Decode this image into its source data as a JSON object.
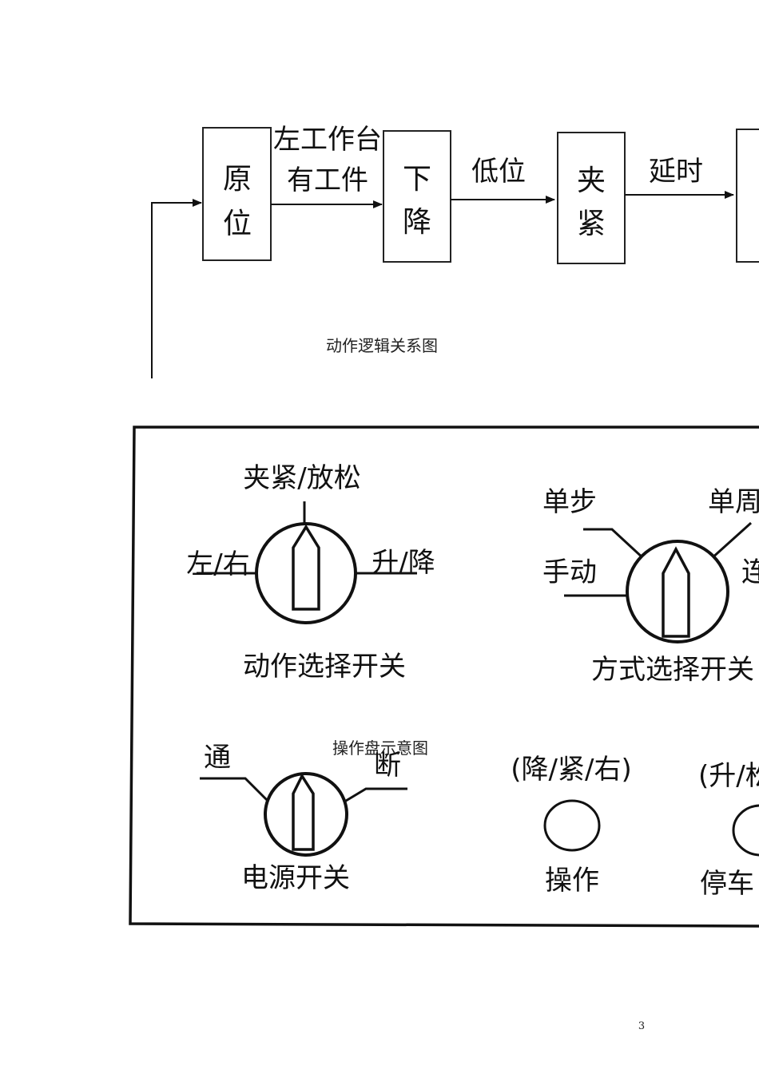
{
  "flow": {
    "boxes": [
      {
        "line1": "原",
        "line2": "位"
      },
      {
        "line1": "下",
        "line2": "降"
      },
      {
        "line1": "夹",
        "line2": "紧"
      }
    ],
    "arrows": [
      {
        "line1": "左工作台",
        "line2": "有工件"
      },
      {
        "line1": "低位"
      },
      {
        "line1": "延时"
      }
    ],
    "caption": "动作逻辑关系图"
  },
  "panel": {
    "action_switch": {
      "top": "夹紧/放松",
      "left": "左/右",
      "right": "升/降",
      "label": "动作选择开关"
    },
    "mode_switch": {
      "top_left": "单步",
      "top_right": "单周",
      "left": "手动",
      "right": "连",
      "label": "方式选择开关"
    },
    "power_switch": {
      "left": "通",
      "right": "断",
      "label": "电源开关"
    },
    "operate_button": {
      "top": "(降/紧/右)",
      "label": "操作"
    },
    "stop_button": {
      "top": "(升/松",
      "label": "停车"
    },
    "caption": "操作盘示意图"
  },
  "page_number": "3"
}
